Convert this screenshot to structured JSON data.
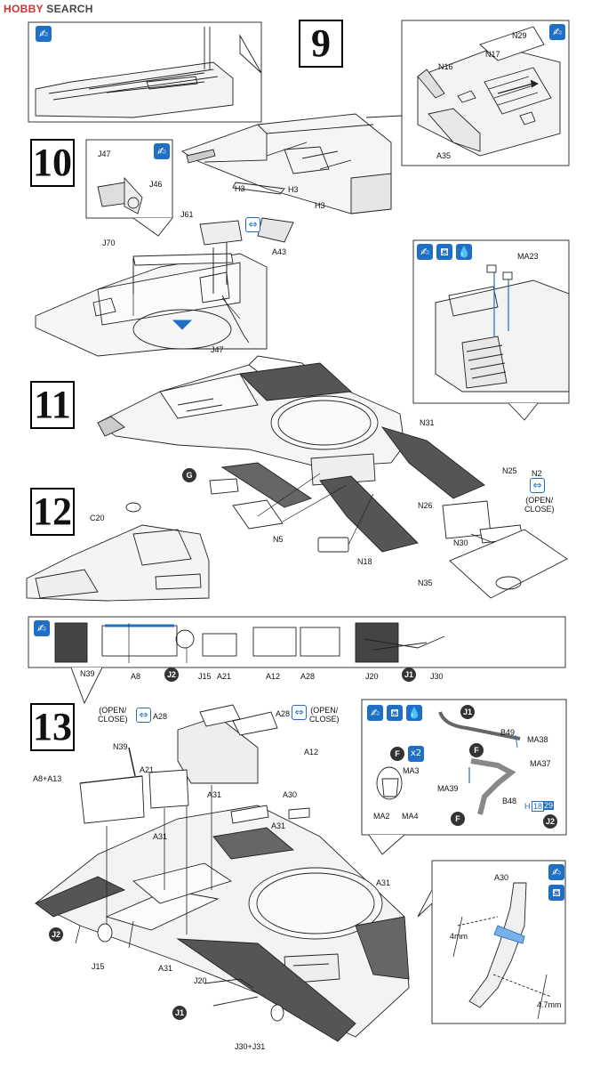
{
  "watermark": {
    "brand": "HOBBY",
    "suffix": "SEARCH"
  },
  "steps": [
    "9",
    "10",
    "11",
    "12",
    "13"
  ],
  "icons": {
    "hand": "✍",
    "glue": "⛾",
    "open_close": "⇔",
    "paint": "💧"
  },
  "labels": {
    "s9": {
      "h3a": "H3",
      "h3b": "H3",
      "h3c": "H3",
      "n29": "N29",
      "n17": "N17",
      "n16": "N16",
      "a35": "A35"
    },
    "s10": {
      "j47top": "J47",
      "j46": "J46",
      "j61": "J61",
      "a43": "A43",
      "j70": "J70",
      "j47": "J47",
      "ma23": "MA23"
    },
    "s11": {
      "n31": "N31",
      "n25": "N25",
      "n2": "N2",
      "openclose": "(OPEN/\nCLOSE)",
      "n26": "N26",
      "n30": "N30",
      "n35": "N35",
      "g": "G",
      "n5": "N5",
      "n18": "N18"
    },
    "s12": {
      "c20": "C20"
    },
    "strip": {
      "n39": "N39",
      "a8": "A8",
      "j2": "J2",
      "j15": "J15",
      "a21": "A21",
      "a12": "A12",
      "a28": "A28",
      "j20": "J20",
      "j1": "J1",
      "j30": "J30"
    },
    "s13": {
      "oc1": "(OPEN/\nCLOSE)",
      "a28a": "A28",
      "a28b": "A28",
      "oc2": "(OPEN/\nCLOSE)",
      "a12": "A12",
      "n39": "N39",
      "a21": "A21",
      "a8a13": "A8+A13",
      "a31a": "A31",
      "a30": "A30",
      "a31b": "A31",
      "a31c": "A31",
      "a31d": "A31",
      "a31e": "A31",
      "j2": "J2",
      "j15": "J15",
      "j20": "J20",
      "j1": "J1",
      "j3031": "J30+J31"
    },
    "inset13": {
      "j1": "J1",
      "b49": "B49",
      "ma38": "MA38",
      "ma37": "MA37",
      "f1": "F",
      "ma39": "MA39",
      "b48": "B48",
      "f2": "F",
      "j2": "J2",
      "ma3": "MA3",
      "ma2": "MA2",
      "ma4": "MA4",
      "x2": "x2",
      "f3": "F",
      "h": "H",
      "n18": "18",
      "n29": "29"
    },
    "inset_a30": {
      "a30": "A30",
      "d4": "4mm",
      "d47": "4.7mm"
    }
  }
}
